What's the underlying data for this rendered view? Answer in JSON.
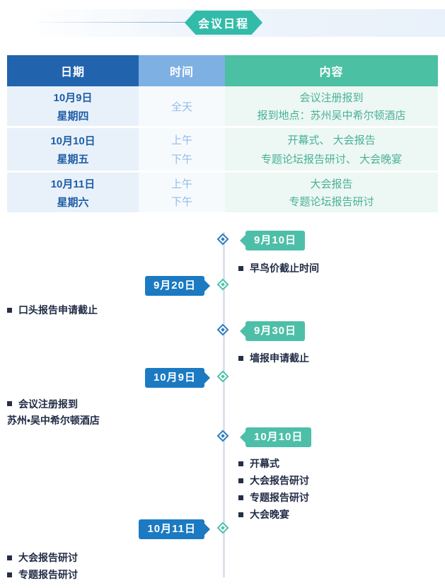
{
  "header": {
    "title": "会议日程"
  },
  "table": {
    "headers": [
      "日期",
      "时间",
      "内容"
    ],
    "rows": [
      {
        "date": [
          "10月9日",
          "星期四"
        ],
        "times": [
          "全天"
        ],
        "contents": [
          "会议注册报到",
          "报到地点：苏州吴中希尔顿酒店"
        ]
      },
      {
        "date": [
          "10月10日",
          "星期五"
        ],
        "times": [
          "上午",
          "下午"
        ],
        "contents": [
          "开幕式、 大会报告",
          "专题论坛报告研讨、 大会晚宴"
        ]
      },
      {
        "date": [
          "10月11日",
          "星期六"
        ],
        "times": [
          "上午",
          "下午"
        ],
        "contents": [
          "大会报告",
          "专题论坛报告研讨"
        ]
      }
    ]
  },
  "timeline": {
    "items": [
      {
        "date": "9月10日",
        "side": "right",
        "color": "teal",
        "lines": [
          {
            "bullet": true,
            "text": "早鸟价截止时间"
          }
        ]
      },
      {
        "date": "9月20日",
        "side": "left",
        "color": "blue",
        "lines": [
          {
            "bullet": true,
            "text": "口头报告申请截止"
          }
        ]
      },
      {
        "date": "9月30日",
        "side": "right",
        "color": "teal",
        "lines": [
          {
            "bullet": true,
            "text": "墙报申请截止"
          }
        ]
      },
      {
        "date": "10月9日",
        "side": "left",
        "color": "blue",
        "lines": [
          {
            "bullet": true,
            "text": "会议注册报到"
          },
          {
            "bullet": false,
            "text": "苏州•吴中希尔顿酒店"
          }
        ]
      },
      {
        "date": "10月10日",
        "side": "right",
        "color": "teal",
        "lines": [
          {
            "bullet": true,
            "text": "开幕式"
          },
          {
            "bullet": true,
            "text": "大会报告研讨"
          },
          {
            "bullet": true,
            "text": "专题报告研讨"
          },
          {
            "bullet": true,
            "text": "大会晚宴"
          }
        ]
      },
      {
        "date": "10月11日",
        "side": "left",
        "color": "blue",
        "lines": [
          {
            "bullet": true,
            "text": "大会报告研讨"
          },
          {
            "bullet": true,
            "text": "专题报告研讨"
          }
        ]
      }
    ]
  },
  "colors": {
    "title_badge_teal": "#33bba9",
    "header_dark_blue": "#2263ae",
    "header_light_blue": "#7eb0e3",
    "header_green": "#4cc0a2",
    "row_blue_bg": "#e8f1fa",
    "row_green_bg": "#edf7f3",
    "timeline_badge_blue": "#1b7ac2",
    "timeline_badge_teal": "#4dbfa8",
    "timeline_line": "#dde1ec",
    "bullet_text": "#1f2a44"
  }
}
